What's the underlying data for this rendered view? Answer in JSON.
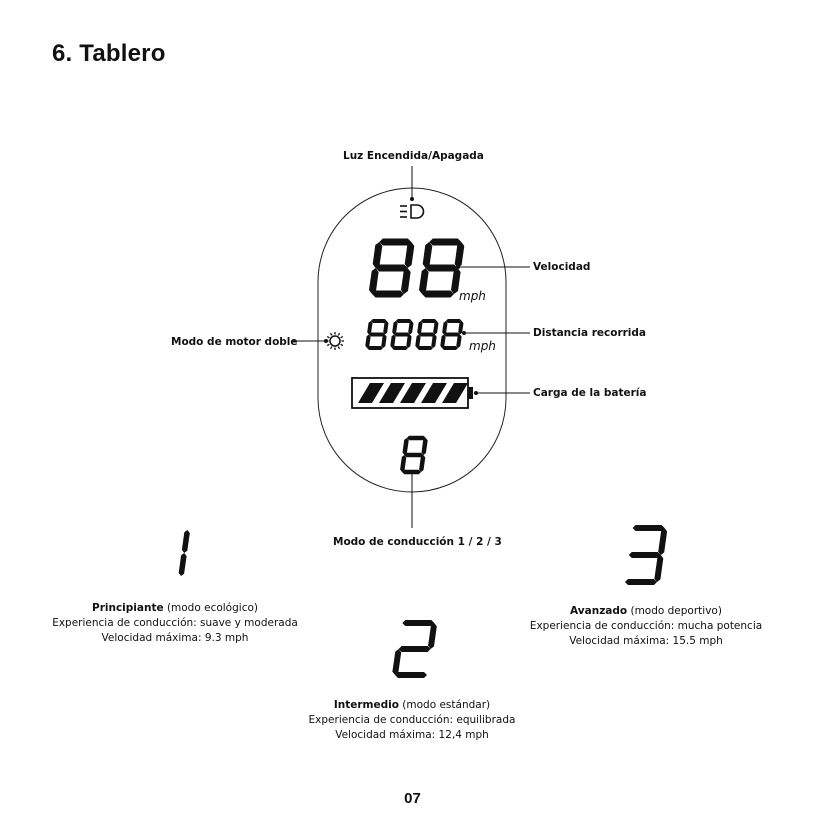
{
  "page": {
    "title": "6. Tablero",
    "page_number": "07"
  },
  "dashboard": {
    "labels": {
      "light": "Luz Encendida/Apagada",
      "speed": "Velocidad",
      "distance": "Distancia recorrida",
      "dual_motor": "Modo de motor doble",
      "battery": "Carga de la batería",
      "ride_mode": "Modo de conducción 1 / 2 / 3"
    },
    "speed_digits": "88",
    "speed_unit": "mph",
    "distance_digits": "8888",
    "distance_unit": "mph",
    "mode_digit": "8",
    "battery_segments": 5,
    "icons": [
      "headlight-icon",
      "dual-motor-icon",
      "battery-icon"
    ]
  },
  "modes": [
    {
      "digit": "1",
      "name": "Principiante",
      "type": "(modo ecológico)",
      "experience": "Experiencia de conducción: suave y moderada",
      "max_speed": "Velocidad máxima: 9.3 mph"
    },
    {
      "digit": "2",
      "name": "Intermedio",
      "type": "(modo estándar)",
      "experience": "Experiencia de conducción: equilibrada",
      "max_speed": "Velocidad máxima: 12,4 mph"
    },
    {
      "digit": "3",
      "name": "Avanzado",
      "type": "(modo deportivo)",
      "experience": "Experiencia de conducción: mucha potencia",
      "max_speed": "Velocidad máxima: 15.5 mph"
    }
  ]
}
